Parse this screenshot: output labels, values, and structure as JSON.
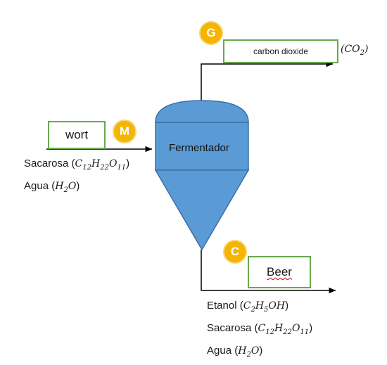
{
  "outlet_gas": {
    "badge": "G",
    "label": "carbon dioxide",
    "formula_open": "(",
    "formula_main": "CO",
    "formula_sub": "2",
    "formula_close": ")"
  },
  "inlet": {
    "badge": "M",
    "label": "wort",
    "lines": [
      {
        "name": "Sacarosa",
        "open": " (",
        "parts": [
          [
            "C",
            "12"
          ],
          [
            "H",
            "22"
          ],
          [
            "O",
            "11"
          ]
        ],
        "close": ")"
      },
      {
        "name": "Agua",
        "open": " (",
        "parts": [
          [
            "H",
            "2"
          ],
          [
            "O",
            ""
          ]
        ],
        "close": ")"
      }
    ]
  },
  "vessel": {
    "label": "Fermentador",
    "color": "#5b9bd5",
    "border": "#3a6fa8"
  },
  "outlet_liquid": {
    "badge": "C",
    "label": "Beer",
    "lines": [
      {
        "name": "Etanol",
        "open": " (",
        "parts": [
          [
            "C",
            "2"
          ],
          [
            "H",
            "5"
          ],
          [
            "OH",
            ""
          ]
        ],
        "close": ")"
      },
      {
        "name": "Sacarosa",
        "open": " (",
        "parts": [
          [
            "C",
            "12"
          ],
          [
            "H",
            "22"
          ],
          [
            "O",
            "11"
          ]
        ],
        "close": ")"
      },
      {
        "name": "Agua",
        "open": " (",
        "parts": [
          [
            "H",
            "2"
          ],
          [
            "O",
            ""
          ]
        ],
        "close": ")"
      }
    ]
  },
  "colors": {
    "badge": "#f4b400",
    "box_border": "#6aa84f",
    "line": "#000000"
  }
}
